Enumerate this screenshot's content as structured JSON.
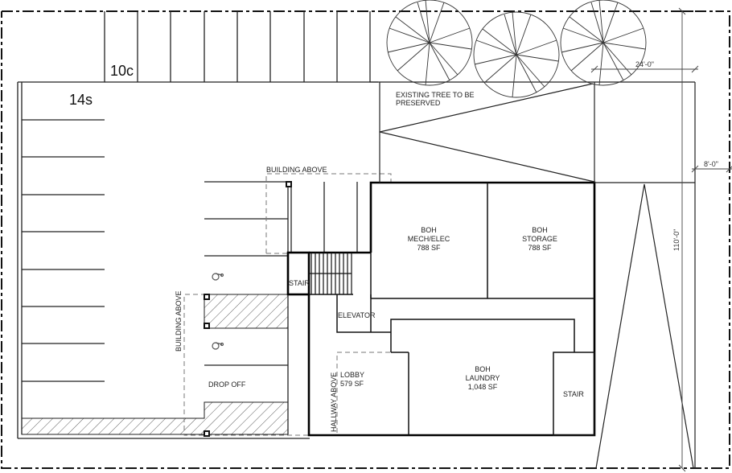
{
  "plan": {
    "type": "site / ground floor plan",
    "parking": {
      "compact_label": "10c",
      "standard_label": "14s",
      "drop_off_label": "DROP OFF"
    },
    "annotations": {
      "building_above_top": "BUILDING ABOVE",
      "building_above_left": "BUILDING ABOVE",
      "hallway_above": "HALLWAY ABOVE",
      "existing_tree": "EXISTING TREE TO BE",
      "existing_tree_line2": "PRESERVED"
    },
    "rooms": [
      {
        "name": "BOH",
        "sub": "MECH/ELEC",
        "area": "788 SF"
      },
      {
        "name": "BOH",
        "sub": "STORAGE",
        "area": "788 SF"
      },
      {
        "name": "BOH",
        "sub": "LAUNDRY",
        "area": "1,048 SF"
      },
      {
        "name": "LOBBY",
        "area": "579 SF"
      }
    ],
    "circulation": {
      "stair_1": "STAIR",
      "stair_2": "STAIR",
      "elevator": "ELEVATOR"
    },
    "dimensions": {
      "width_top": "24'-0\"",
      "setback_right": "8'-0\"",
      "length_side": "110'-0\""
    },
    "icons": [
      "accessible-parking-icon",
      "accessible-parking-icon",
      "tree-symbol",
      "tree-symbol",
      "tree-symbol",
      "column-marker"
    ]
  }
}
